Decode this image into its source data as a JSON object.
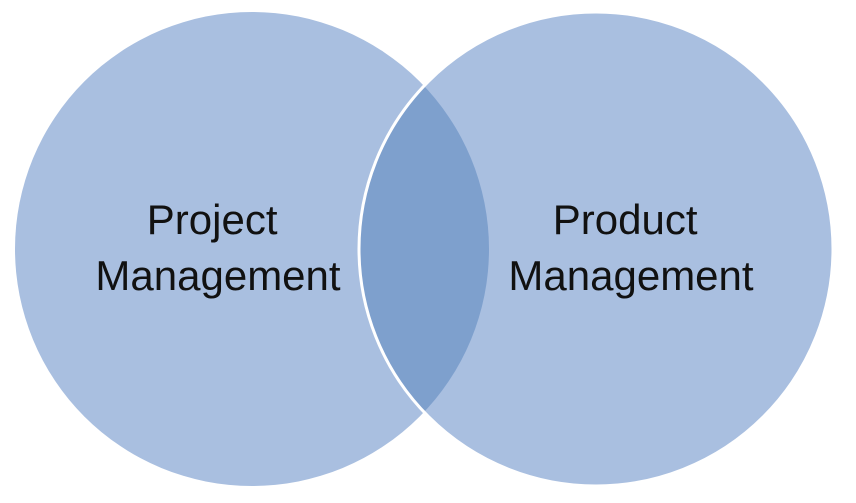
{
  "diagram": {
    "type": "venn",
    "circles": [
      {
        "label_line1": "Project",
        "label_line2": "Management",
        "fill": "#a9bfe0"
      },
      {
        "label_line1": "Product",
        "label_line2": "Management",
        "fill": "#a9bfe0"
      }
    ],
    "overlap_fill": "#7ea0cd",
    "outline_color": "#ffffff"
  }
}
